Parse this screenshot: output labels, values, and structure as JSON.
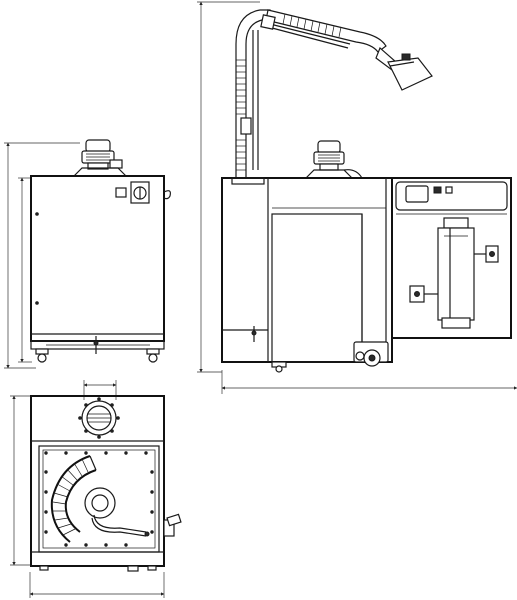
{
  "figure": {
    "views": [
      "front-view",
      "side-view",
      "top-view"
    ],
    "colors": {
      "line": "#1a1a1a",
      "background": "#ffffff"
    }
  }
}
